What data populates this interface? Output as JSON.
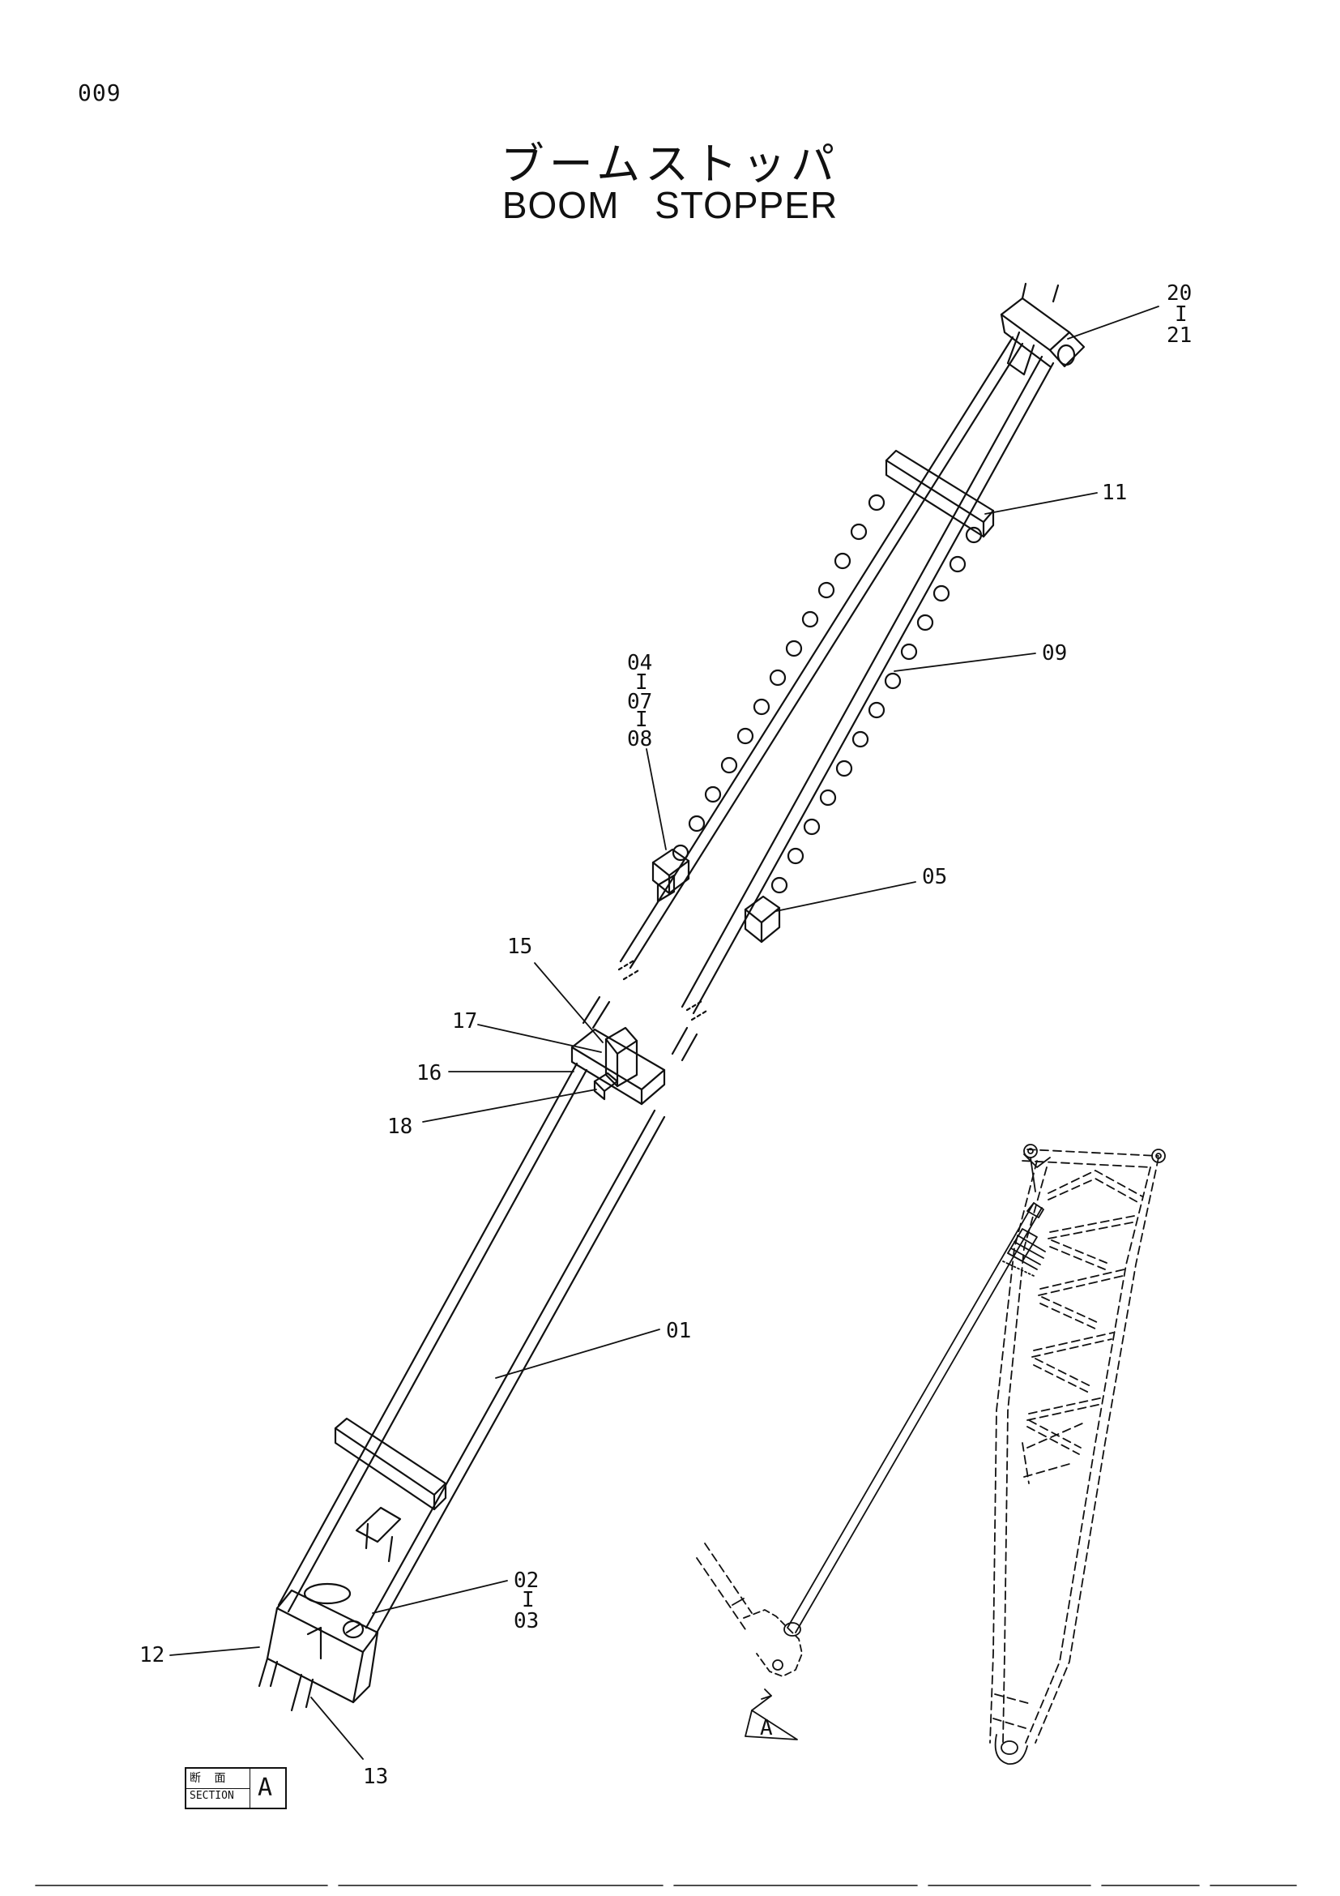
{
  "page": {
    "number": "009"
  },
  "title": {
    "japanese": "ブームストッパ",
    "english": "BOOM STOPPER"
  },
  "callouts": {
    "c20_21": {
      "top": "20",
      "sep": "I",
      "bottom": "21"
    },
    "c11": "11",
    "c09": "09",
    "c04_07_08": {
      "a": "04",
      "sep1": "I",
      "b": "07",
      "sep2": "I",
      "c": "08"
    },
    "c05": "05",
    "c15": "15",
    "c17": "17",
    "c16": "16",
    "c18": "18",
    "c01": "01",
    "c02_03": {
      "top": "02",
      "sep": "I",
      "bottom": "03"
    },
    "c12": "12",
    "c13": "13"
  },
  "section_note": {
    "japanese": "断 面",
    "english": "SECTION",
    "letter": "A"
  },
  "view_marker": {
    "letter": "A"
  }
}
